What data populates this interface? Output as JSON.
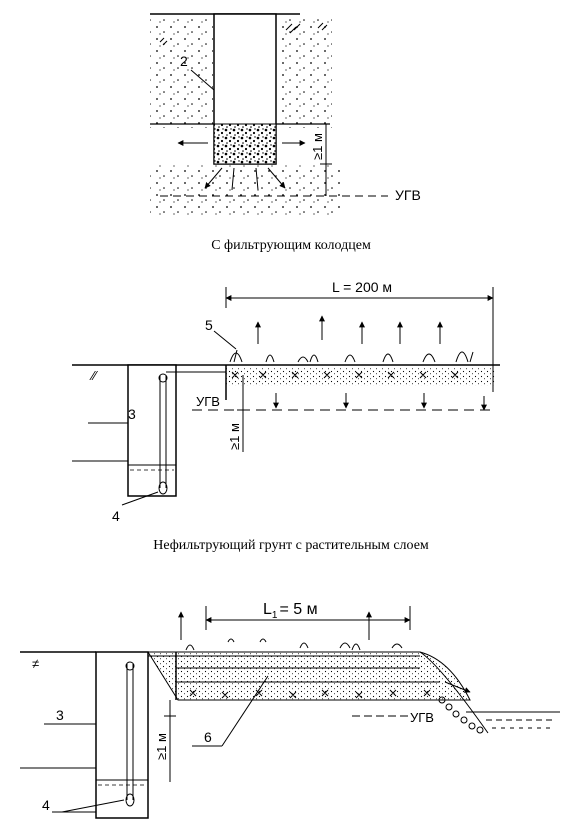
{
  "panel1": {
    "caption": "С фильтрующим колодцем",
    "label_num": "2",
    "dim": "≥1 м",
    "ugv": "УГВ"
  },
  "panel2": {
    "caption": "Нефильтрующий грунт с растительным слоем",
    "length": "L = 200 м",
    "label_5": "5",
    "label_3": "3",
    "label_4": "4",
    "ugv": "УГВ",
    "dim": "≥1 м"
  },
  "panel3": {
    "length": "L",
    "length_sub": "1",
    "length_rest": "= 5 м",
    "label_3": "3",
    "label_4": "4",
    "label_6": "6",
    "ugv": "УГВ",
    "dim": "≥1 м"
  }
}
